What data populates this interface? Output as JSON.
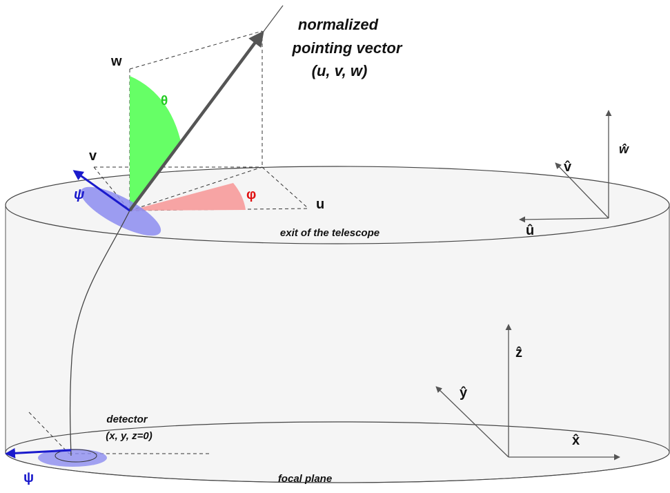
{
  "title_lines": [
    "normalized",
    "pointing vector",
    "(u, v, w)"
  ],
  "labels": {
    "w": "w",
    "v": "v",
    "u": "u",
    "theta": "θ",
    "phi": "φ",
    "psi_top": "ψ",
    "psi_bottom": "ψ",
    "exit": "exit of the telescope",
    "detector_line1": "detector",
    "detector_line2": "(x, y, z=0)",
    "focal_plane": "focal plane",
    "u_hat": "û",
    "v_hat": "v̂",
    "w_hat": "ŵ",
    "x_hat": "x̂",
    "y_hat": "ŷ",
    "z_hat": "ẑ"
  },
  "colors": {
    "theta": "#22cc22",
    "theta_fill": "#66ff66",
    "phi": "#e01010",
    "phi_fill": "#f7a4a4",
    "psi": "#1a1acc",
    "psi_fill": "#8c8cf0",
    "cylinder_fill": "#f5f5f5",
    "vector": "#555555"
  }
}
